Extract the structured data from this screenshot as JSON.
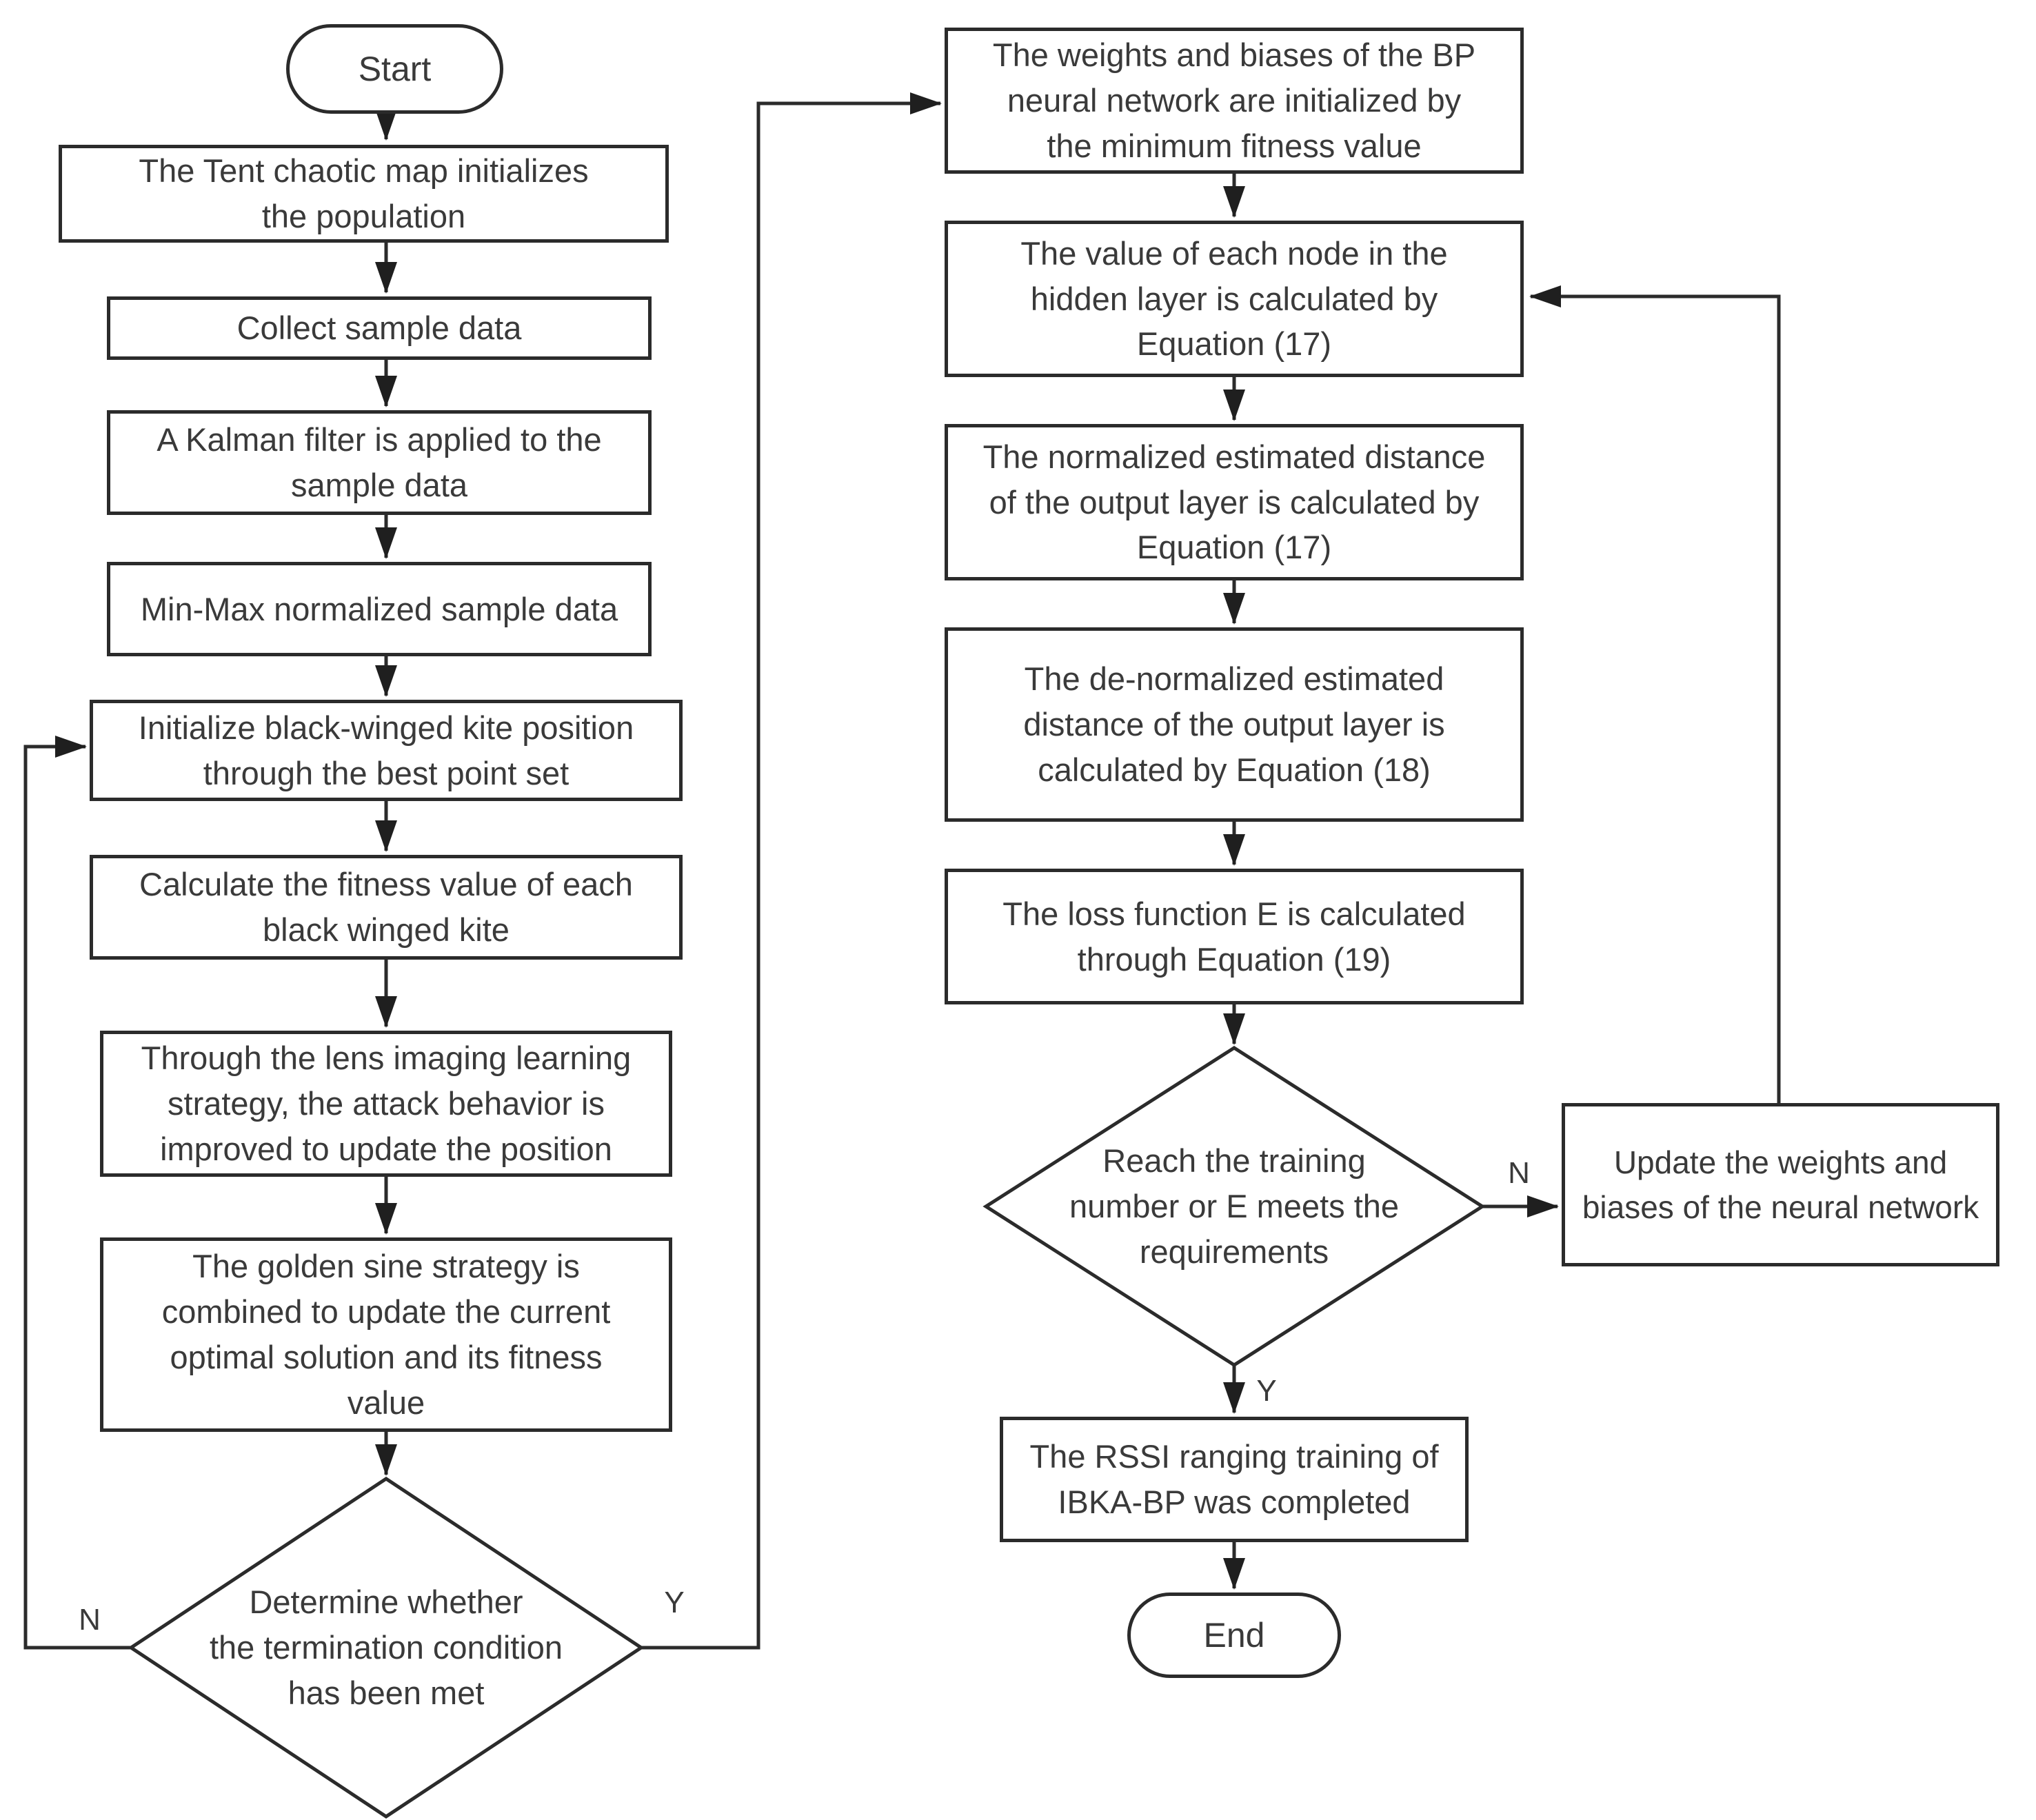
{
  "figure": {
    "colors": {
      "stroke": "#2b2b2b",
      "background": "#ffffff",
      "text": "#3a3a3a"
    },
    "left": {
      "start": "Start",
      "steps": [
        [
          "The Tent chaotic map initializes",
          "the population"
        ],
        "Collect sample data",
        [
          "A Kalman filter is applied to the",
          "sample data"
        ],
        "Min-Max normalized sample data",
        [
          "Initialize black-winged kite position",
          "through the best point set"
        ],
        [
          "Calculate the fitness value of each",
          "black winged kite"
        ],
        [
          "Through the lens imaging learning",
          "strategy, the attack behavior is",
          "improved to update the position"
        ],
        [
          "The golden sine strategy is",
          "combined to update the current",
          "optimal solution and its fitness",
          "value"
        ]
      ],
      "decision": [
        "Determine whether",
        "the termination condition",
        "has been met"
      ],
      "no_label": "N",
      "yes_label": "Y"
    },
    "right": {
      "steps": [
        [
          "The weights and biases of the BP",
          "neural network are initialized by",
          "the minimum fitness value"
        ],
        [
          "The value of each node in the",
          "hidden layer is calculated by",
          "Equation (17)"
        ],
        [
          "The normalized estimated distance",
          "of the output layer is calculated by",
          "Equation (17)"
        ],
        [
          "The de-normalized estimated",
          "distance of the output layer is",
          "calculated by Equation (18)"
        ],
        [
          "The loss function E is calculated",
          "through Equation (19)"
        ]
      ],
      "decision": [
        "Reach the training",
        "number or E meets the",
        "requirements"
      ],
      "update_step": [
        "Update the weights and",
        "biases of the neural network"
      ],
      "final_step": [
        "The RSSI ranging training of",
        "IBKA-BP was completed"
      ],
      "end": "End",
      "no_label": "N",
      "yes_label": "Y"
    }
  }
}
